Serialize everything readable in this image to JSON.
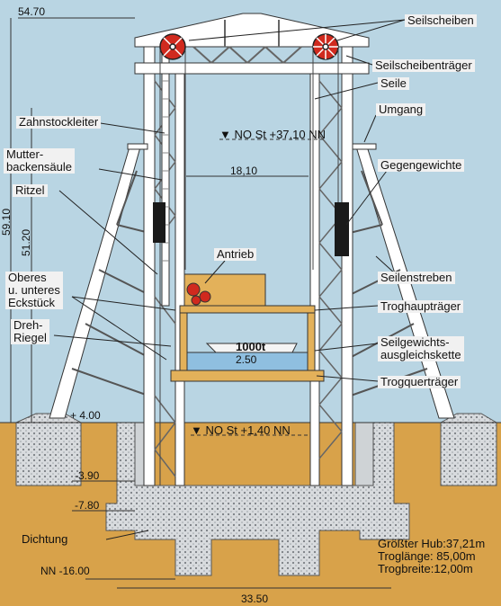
{
  "colors": {
    "sky": "#b9d5e3",
    "ground": "#d8a24a",
    "concrete": "#cfd3d6",
    "steel": "#ffffff",
    "sheave": "#d02a1e",
    "trough": "#e3b15a",
    "water": "#8fbfe0",
    "counterweight": "#1a1a1a"
  },
  "dims": {
    "top": "54.70",
    "height_total": "59.10",
    "height_low": "51.20",
    "width_inner": "18,10",
    "ground": "+ 4.00",
    "level_1": "-3.90",
    "level_2": "-7.80",
    "nn": "NN -16.00",
    "base_width": "33.50",
    "depth": "2.50"
  },
  "water_levels": {
    "upper": "▼ NO St +37,10 NN",
    "lower": "▼ NO St +1,40 NN"
  },
  "vessel": "1000t",
  "labels": {
    "seilscheiben": "Seilscheiben",
    "seilscheibentraeger": "Seilscheibenträger",
    "seile": "Seile",
    "umgang": "Umgang",
    "zahnstockleiter": "Zahnstockleiter",
    "mutterbackensaeule": "Mutter-\nbackensäule",
    "gegengewichte": "Gegengewichte",
    "ritzel": "Ritzel",
    "antrieb": "Antrieb",
    "seilenstreben": "Seilenstreben",
    "eckstueck": "Oberes\nu. unteres\nEckstück",
    "troghaupttraeger": "Troghaupträger",
    "drehriegel": "Dreh-\nRiegel",
    "seilgewicht": "Seilgewichts-\nausgleichskette",
    "trogquertraeger": "Trogquerträger",
    "dichtung": "Dichtung"
  },
  "specs": [
    "Größter Hub:37,21m",
    "Troglänge: 85,00m",
    "Trogbreite:12,00m"
  ]
}
